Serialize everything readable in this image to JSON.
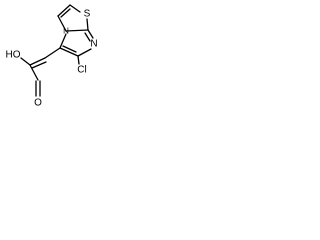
{
  "molecule": {
    "atoms": {
      "sulfur": "S",
      "nitrogen_ring": "N",
      "nitrogen_bridge": "N",
      "chlorine": "Cl",
      "hydroxyl": "HO",
      "carbonyl_oxygen": "O"
    },
    "colors": {
      "bond": "#000000",
      "label": "#000000",
      "background": "#ffffff"
    }
  }
}
